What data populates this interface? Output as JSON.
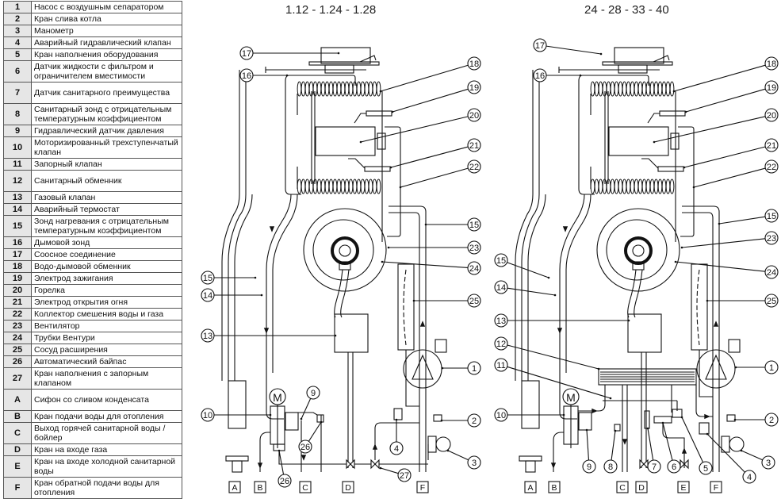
{
  "legend": [
    {
      "key": "1",
      "label": "Насос с воздушным сепаратором",
      "h": 15
    },
    {
      "key": "2",
      "label": "Кран слива котла",
      "h": 15
    },
    {
      "key": "3",
      "label": "Манометр",
      "h": 15
    },
    {
      "key": "4",
      "label": "Аварийный гидравлический клапан",
      "h": 15
    },
    {
      "key": "5",
      "label": "Кран наполнения оборудования",
      "h": 15
    },
    {
      "key": "6",
      "label": "Датчик жидкости с фильтром и ограничителем вместимости",
      "h": 27
    },
    {
      "key": "7",
      "label": "Датчик санитарного преимущества",
      "h": 27
    },
    {
      "key": "8",
      "label": "Санитарный зонд с отрицательным температурным коэффициентом",
      "h": 27
    },
    {
      "key": "9",
      "label": "Гидравлический датчик давления",
      "h": 15
    },
    {
      "key": "10",
      "label": "Моторизированный трехступенчатый клапан",
      "h": 27
    },
    {
      "key": "11",
      "label": "Запорный клапан",
      "h": 15
    },
    {
      "key": "12",
      "label": "Санитарный обменник",
      "h": 27
    },
    {
      "key": "13",
      "label": "Газовый клапан",
      "h": 15
    },
    {
      "key": "14",
      "label": "Аварийный термостат",
      "h": 15
    },
    {
      "key": "15",
      "label": "Зонд нагревания с отрицательным температурным коэффициентом",
      "h": 27
    },
    {
      "key": "16",
      "label": "Дымовой зонд",
      "h": 15
    },
    {
      "key": "17",
      "label": "Соосное соединение",
      "h": 15
    },
    {
      "key": "18",
      "label": "Водо-дымовой обменник",
      "h": 15
    },
    {
      "key": "19",
      "label": "Электрод зажигания",
      "h": 15
    },
    {
      "key": "20",
      "label": "Горелка",
      "h": 15
    },
    {
      "key": "21",
      "label": "Электрод открытия огня",
      "h": 15
    },
    {
      "key": "22",
      "label": "Коллектор смешения воды и газа",
      "h": 15
    },
    {
      "key": "23",
      "label": "Вентилятор",
      "h": 15
    },
    {
      "key": "24",
      "label": "Трубки Вентури",
      "h": 15
    },
    {
      "key": "25",
      "label": "Сосуд расширения",
      "h": 15
    },
    {
      "key": "26",
      "label": "Автоматический байпас",
      "h": 15
    },
    {
      "key": "27",
      "label": "Кран наполнения с запорным клапаном",
      "h": 27
    },
    {
      "key": "A",
      "label": "Сифон со сливом конденсата",
      "h": 27
    },
    {
      "key": "B",
      "label": "Кран подачи воды для отопления",
      "h": 15
    },
    {
      "key": "C",
      "label": "Выход горячей санитарной воды / бойлер",
      "h": 27
    },
    {
      "key": "D",
      "label": "Кран на входе газа",
      "h": 15
    },
    {
      "key": "E",
      "label": "Кран на входе холодной санитарной воды",
      "h": 27
    },
    {
      "key": "F",
      "label": "Кран обратной подачи воды для отопления",
      "h": 27
    }
  ],
  "diagrams": [
    {
      "title": "1.12 - 1.24 - 1.28",
      "callouts": [
        "17",
        "16",
        "18",
        "19",
        "20",
        "21",
        "22",
        "15",
        "23",
        "24",
        "15",
        "14",
        "25",
        "13",
        "1",
        "9",
        "10",
        "26",
        "2",
        "4",
        "3",
        "26",
        "27"
      ],
      "connections": [
        "A",
        "B",
        "C",
        "D",
        "F"
      ]
    },
    {
      "title": "24 - 28 - 33 - 40",
      "callouts": [
        "17",
        "16",
        "18",
        "19",
        "20",
        "21",
        "22",
        "15",
        "23",
        "24",
        "15",
        "14",
        "25",
        "13",
        "12",
        "1",
        "11",
        "10",
        "2",
        "9",
        "8",
        "7",
        "6",
        "5",
        "4",
        "3"
      ],
      "connections": [
        "A",
        "B",
        "C",
        "D",
        "E",
        "F"
      ]
    }
  ]
}
